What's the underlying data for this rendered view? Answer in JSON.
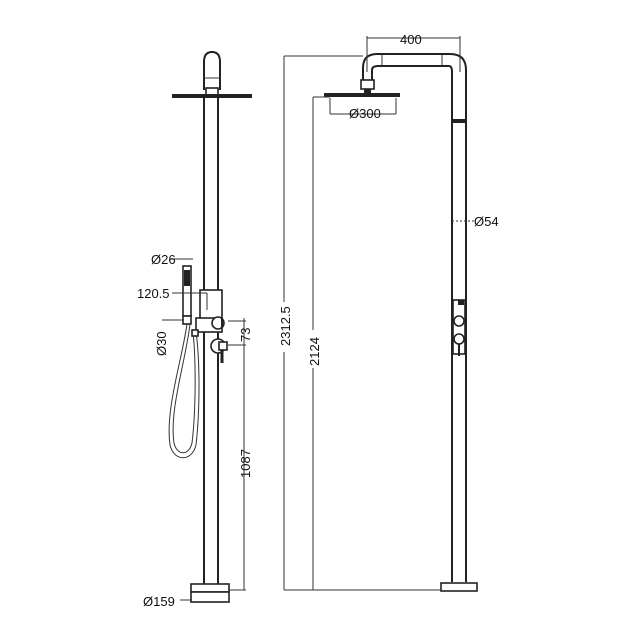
{
  "drawing": {
    "title": "Outdoor shower column technical drawing",
    "views": [
      "side-view",
      "front-view"
    ],
    "background": "#ffffff",
    "line_color": "#222222"
  },
  "dimensions": {
    "arm_length": "400",
    "head_diameter": "Ø300",
    "column_diameter": "Ø54",
    "overall_height": "2312.5",
    "head_height": "2124",
    "handshower_diameter": "Ø26",
    "handshower_offset": "120.5",
    "holder_diameter": "Ø30",
    "valve_spacing": "73",
    "valve_height": "1087",
    "base_diameter": "Ø159"
  }
}
